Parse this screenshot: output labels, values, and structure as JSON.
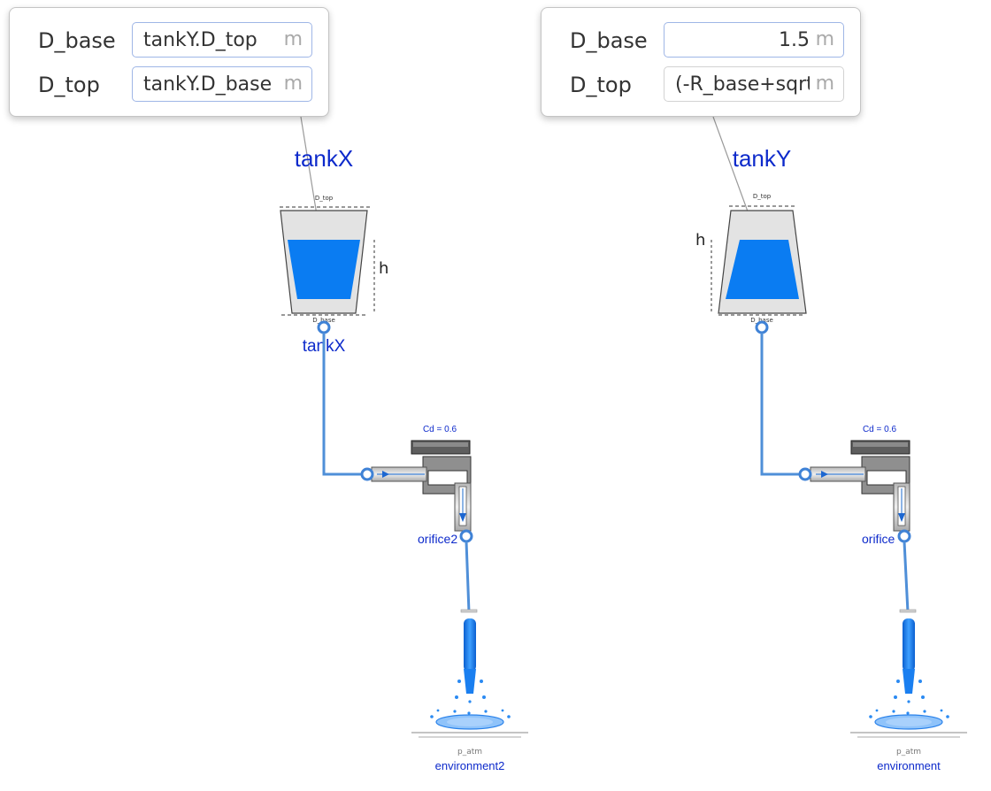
{
  "popups": {
    "left": {
      "rows": [
        {
          "label": "D_base",
          "value": "tankY.D_top",
          "unit": "m"
        },
        {
          "label": "D_top",
          "value": "tankY.D_base",
          "unit": "m"
        }
      ]
    },
    "right": {
      "rows": [
        {
          "label": "D_base",
          "value": "1.5",
          "unit": "m"
        },
        {
          "label": "D_top",
          "value": "(-R_base+sqrt(",
          "unit": "m"
        }
      ]
    }
  },
  "left": {
    "title": "tankX",
    "tank_label": "tankX",
    "d_top": "D_top",
    "d_base": "D_base",
    "h": "h",
    "cd": "Cd = 0.6",
    "orifice_name": "orifice2",
    "p_atm": "p_atm",
    "env_name": "environment2"
  },
  "right": {
    "title": "tankY",
    "d_top": "D_top",
    "d_base": "D_base",
    "h": "h",
    "cd": "Cd = 0.6",
    "orifice_name": "orifice",
    "p_atm": "p_atm",
    "env_name": "environment"
  },
  "colors": {
    "model_label": "#0d2acb",
    "pipe": "#4f8fd8",
    "water": "#0a7cf2",
    "tank_body": "#e3e3e3"
  }
}
